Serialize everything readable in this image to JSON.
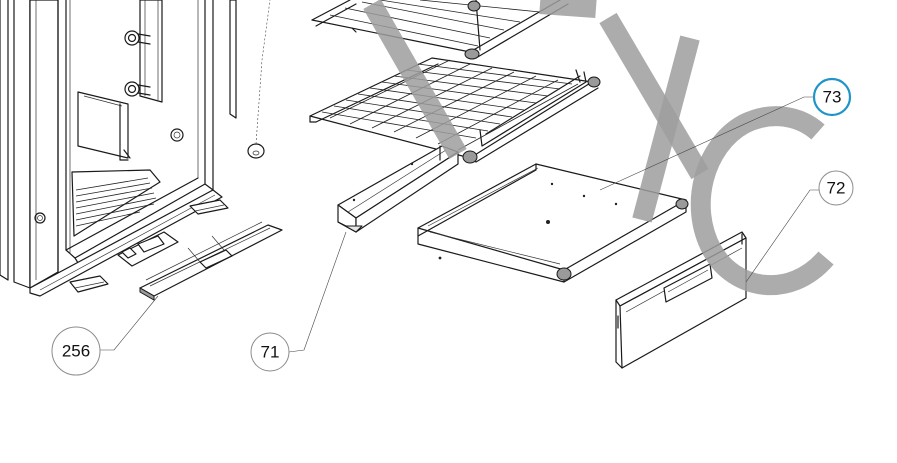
{
  "diagram": {
    "watermark_color": "#9e9e9e",
    "callout_border_color": "#8c8c8c",
    "selected_color": "#1e94c8",
    "callouts": [
      {
        "id": "callout-256",
        "label": "256",
        "selected": false
      },
      {
        "id": "callout-71",
        "label": "71",
        "selected": false
      },
      {
        "id": "callout-72",
        "label": "72",
        "selected": false
      },
      {
        "id": "callout-73",
        "label": "73",
        "selected": true
      }
    ]
  }
}
